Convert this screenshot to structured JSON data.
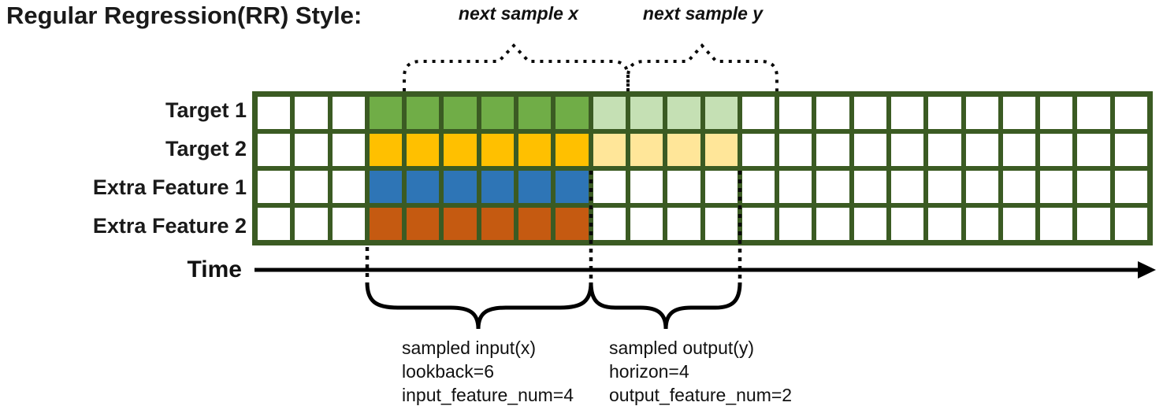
{
  "title": "Regular Regression(RR) Style:",
  "top_annotations": {
    "x": {
      "label": "next sample x"
    },
    "y": {
      "label": "next sample y"
    }
  },
  "grid": {
    "columns": 24,
    "frame_color": "#3B5B23",
    "cell_color": "#FFFFFF",
    "rows": [
      {
        "label": "Target 1",
        "segments": [
          {
            "name": "input",
            "col_start": 3,
            "col_end": 9,
            "color": "#70AD47"
          },
          {
            "name": "output",
            "col_start": 9,
            "col_end": 13,
            "color": "#C5E0B4"
          }
        ]
      },
      {
        "label": "Target 2",
        "segments": [
          {
            "name": "input",
            "col_start": 3,
            "col_end": 9,
            "color": "#FFC000"
          },
          {
            "name": "output",
            "col_start": 9,
            "col_end": 13,
            "color": "#FFE699"
          }
        ]
      },
      {
        "label": "Extra Feature 1",
        "segments": [
          {
            "name": "input",
            "col_start": 3,
            "col_end": 9,
            "color": "#2E75B6"
          }
        ]
      },
      {
        "label": "Extra Feature 2",
        "segments": [
          {
            "name": "input",
            "col_start": 3,
            "col_end": 9,
            "color": "#C55A11"
          }
        ]
      }
    ]
  },
  "time_axis": {
    "label": "Time"
  },
  "bottom_annotations": {
    "input": {
      "lines": [
        "sampled input(x)",
        "lookback=6",
        "input_feature_num=4"
      ]
    },
    "output": {
      "lines": [
        "sampled output(y)",
        "horizon=4",
        "output_feature_num=2"
      ]
    }
  }
}
